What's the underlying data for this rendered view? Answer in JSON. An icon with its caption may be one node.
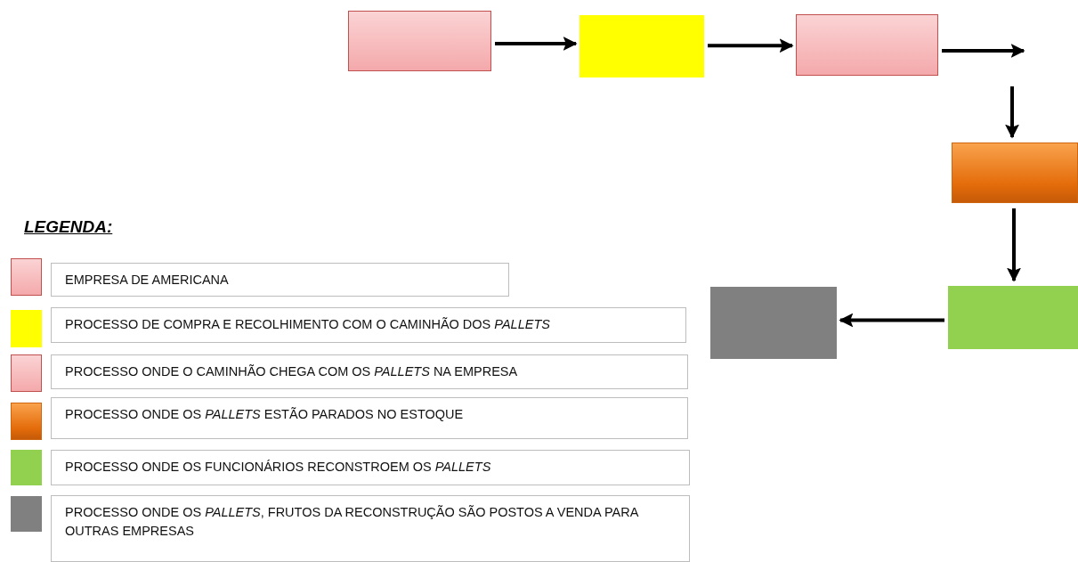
{
  "diagram": {
    "nodes": [
      {
        "text": [],
        "shape": "box"
      },
      {
        "text": [],
        "shape": "box"
      },
      {
        "text": [],
        "shape": "box"
      },
      {
        "text": [],
        "shape": "box"
      },
      {
        "text": [],
        "shape": "box"
      },
      {
        "text": [],
        "shape": "box"
      }
    ],
    "edges": [
      {
        "from": 0,
        "to": 1,
        "arrow": "to"
      },
      {
        "from": 1,
        "to": 2,
        "arrow": "to"
      },
      {
        "from": 2,
        "to": null,
        "arrow": "to"
      },
      {
        "from": null,
        "to": 3,
        "arrow": "to"
      },
      {
        "from": 3,
        "to": 4,
        "arrow": "to"
      },
      {
        "from": 4,
        "to": 5,
        "arrow": "to"
      }
    ],
    "labels": [
      "LEGENDA:"
    ],
    "legend": [
      {
        "text": "EMPRESA DE AMERICANA",
        "color": "#f9c3c4"
      },
      {
        "text": "PROCESSO DE COMPRA E RECOLHIMENTO COM O CAMINHÃO DOS *PALLETS*",
        "color": "#ffff00"
      },
      {
        "text": "PROCESSO ONDE O CAMINHÃO CHEGA COM OS *PALLETS* NA EMPRESA",
        "color": "#f9c3c4"
      },
      {
        "text": "PROCESSO ONDE OS *PALLETS* ESTÃO PARADOS NO ESTOQUE",
        "color": "#e46c0a"
      },
      {
        "text": "PROCESSO ONDE OS FUNCIONÁRIOS RECONSTROEM OS *PALLETS*",
        "color": "#92d050"
      },
      {
        "text": "PROCESSO ONDE OS *PALLETS*, FRUTOS DA RECONSTRUÇÃO SÃO POSTOS A VENDA PARA OUTRAS EMPRESAS",
        "color": "#808080"
      }
    ]
  }
}
